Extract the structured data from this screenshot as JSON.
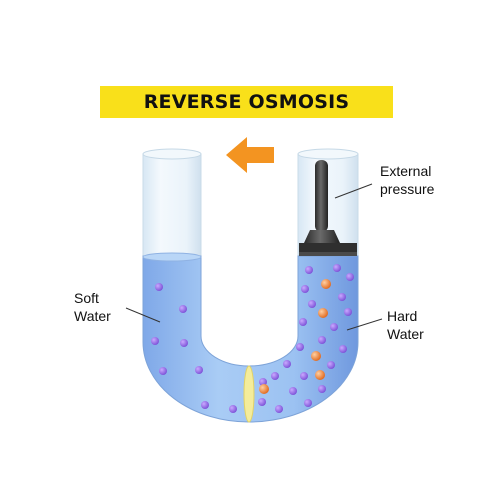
{
  "title": "REVERSE OSMOSIS",
  "labels": {
    "external_pressure_line1": "External",
    "external_pressure_line2": "pressure",
    "soft_water_line1": "Soft",
    "soft_water_line2": "Water",
    "hard_water_line1": "Hard",
    "hard_water_line2": "Water"
  },
  "colors": {
    "banner": "#f9e01a",
    "water": "#9fc3f2",
    "glass": "#e6f1fa",
    "membrane": "#f4ec9a",
    "arrow": "#f39421",
    "piston": "#3b3b3b",
    "water_molecule": "#9b6fe6",
    "salt_particle": "#f07d24"
  },
  "arrow_direction": "left",
  "icons": {
    "arrow": "left-arrow-icon",
    "piston": "piston-icon",
    "membrane": "membrane-icon"
  }
}
